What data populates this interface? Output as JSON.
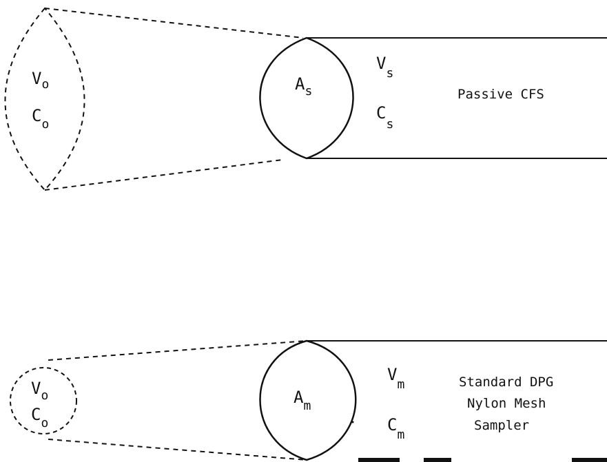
{
  "colors": {
    "ink": "#111111",
    "background": "#ffffff"
  },
  "top": {
    "source": {
      "velocity": {
        "main": "V",
        "sub": "o"
      },
      "concentration": {
        "main": "C",
        "sub": "o"
      }
    },
    "inlet": {
      "area": {
        "main": "A",
        "sub": "s"
      }
    },
    "tube": {
      "velocity": {
        "main": "V",
        "sub": "s"
      },
      "concentration": {
        "main": "C",
        "sub": "s"
      }
    },
    "caption": "Passive CFS"
  },
  "bottom": {
    "source": {
      "velocity": {
        "main": "V",
        "sub": "o"
      },
      "concentration": {
        "main": "C",
        "sub": "o"
      }
    },
    "inlet": {
      "area": {
        "main": "A",
        "sub": "m"
      }
    },
    "tube": {
      "velocity": {
        "main": "V",
        "sub": "m"
      },
      "concentration": {
        "main": "C",
        "sub": "m"
      }
    },
    "caption_lines": [
      "Standard DPG",
      "Nylon Mesh",
      "Sampler"
    ]
  }
}
